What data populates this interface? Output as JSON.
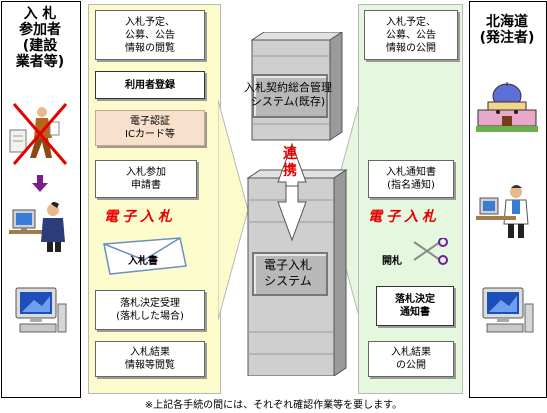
{
  "left_party": {
    "lines": [
      "入 札",
      "参加者",
      "(建設",
      "業者等)"
    ]
  },
  "right_party": {
    "lines": [
      "北海道",
      "(発注者)"
    ]
  },
  "left_cards": [
    {
      "lines": [
        "入札予定、",
        "公募、公告",
        "情報の閲覧"
      ]
    },
    {
      "lines": [
        "利用者登録"
      ]
    },
    {
      "lines": [
        "電子認証",
        "ICカード等"
      ]
    },
    {
      "lines": [
        "入札参加",
        "申請書"
      ]
    },
    {
      "lines": [
        "落札決定受理",
        "(落札した場合)"
      ]
    },
    {
      "lines": [
        "入札結果",
        "情報等閲覧"
      ]
    }
  ],
  "envelope_label": "入札書",
  "right_cards": [
    {
      "lines": [
        "入札予定、",
        "公募、公告",
        "情報の公開"
      ]
    },
    {
      "lines": [
        "入札通知書",
        "(指名通知)"
      ]
    },
    {
      "lines": [
        "落札決定",
        "通知書"
      ]
    },
    {
      "lines": [
        "入札結果",
        "の公開"
      ]
    }
  ],
  "ebid_label": "電子入札",
  "opening_label": "開札",
  "system_top": {
    "lines": [
      "入札契約総合管理",
      "システム(既存)"
    ]
  },
  "system_bottom": {
    "lines": [
      "電子入札",
      "システム"
    ]
  },
  "link_label": {
    "lines": [
      "連",
      "携"
    ]
  },
  "footnote": "※上記各手続の間には、それぞれ確認作業等を要します。",
  "colors": {
    "left_panel": "#fcfbcc",
    "right_panel": "#e6f7e0",
    "ebid_red": "#e60000",
    "ic_card": "#f7e0cc",
    "server_gray": "#c0c0c0"
  },
  "icons": [
    "crossed-out-paper-worker-icon",
    "down-arrow-icon",
    "computer-user-icon",
    "desktop-pc-icon",
    "envelope-icon",
    "government-building-icon",
    "office-worker-icon",
    "scissors-icon",
    "server-tower-icon"
  ]
}
